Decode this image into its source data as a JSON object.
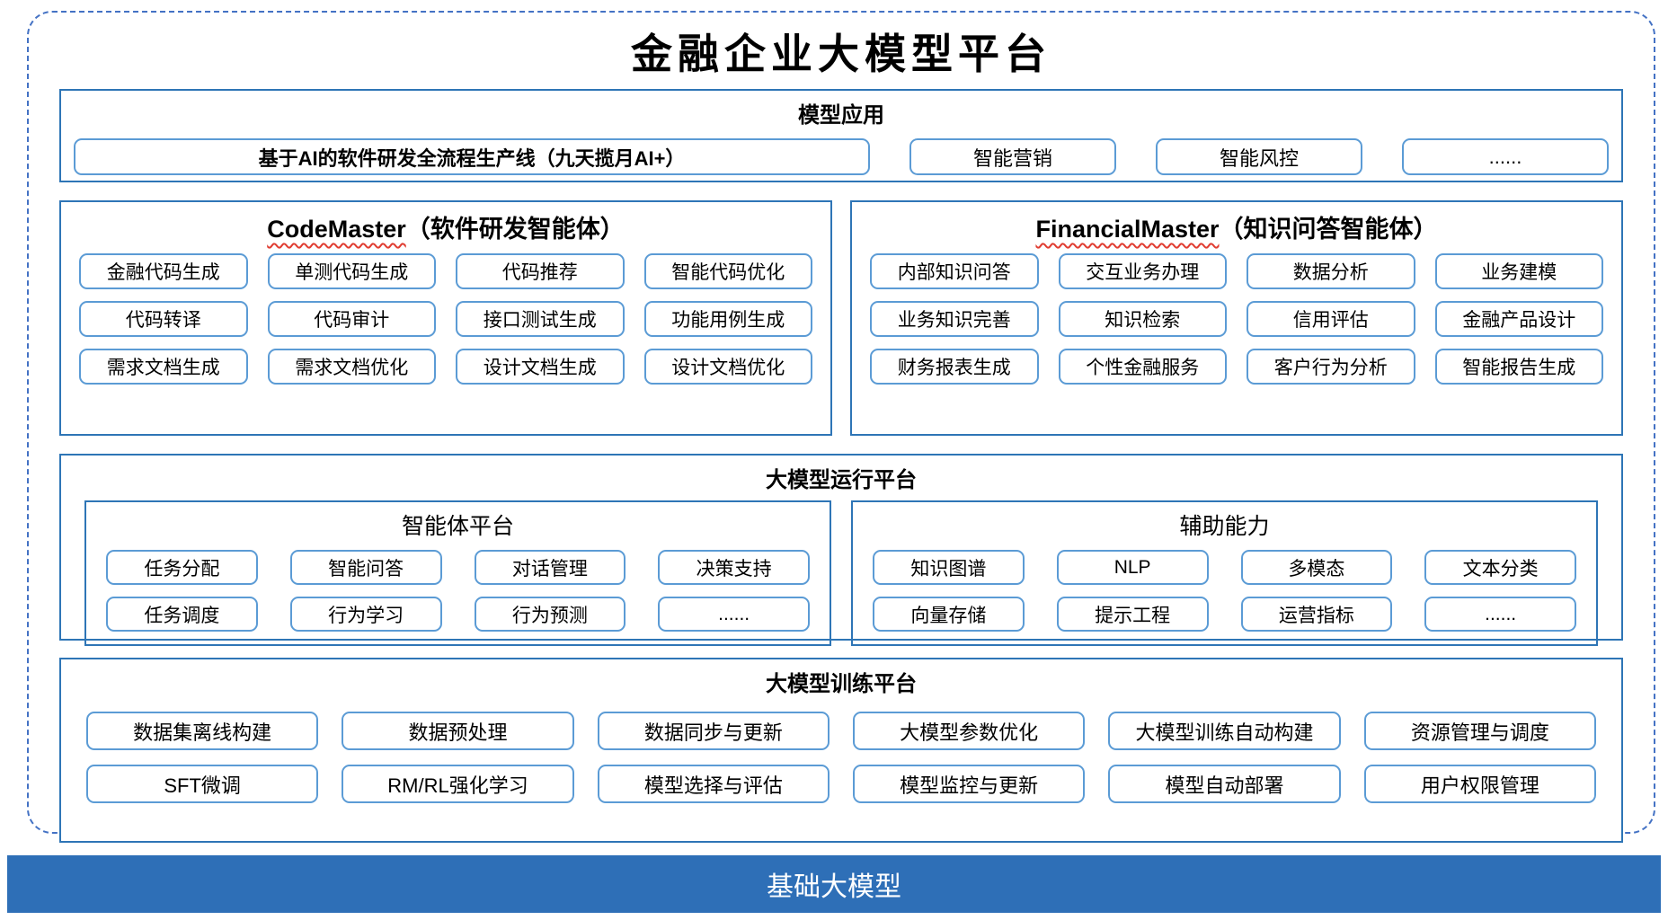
{
  "title": "金融企业大模型平台",
  "colors": {
    "outer_dashed_border": "#4472C4",
    "section_border": "#2E75B6",
    "item_border": "#5B9BD5",
    "base_bar_bg": "#2E6FB7",
    "wavy_underline": "#E03C31"
  },
  "model_app": {
    "header": "模型应用",
    "big_item": "基于AI的软件研发全流程生产线（九天揽月AI+）",
    "items": [
      "智能营销",
      "智能风控",
      "......"
    ]
  },
  "code_master": {
    "title_en": "CodeMaster",
    "title_zh": "（软件研发智能体）",
    "items": [
      "金融代码生成",
      "单测代码生成",
      "代码推荐",
      "智能代码优化",
      "代码转译",
      "代码审计",
      "接口测试生成",
      "功能用例生成",
      "需求文档生成",
      "需求文档优化",
      "设计文档生成",
      "设计文档优化"
    ]
  },
  "financial_master": {
    "title_en": "FinancialMaster",
    "title_zh": "（知识问答智能体）",
    "items": [
      "内部知识问答",
      "交互业务办理",
      "数据分析",
      "业务建模",
      "业务知识完善",
      "知识检索",
      "信用评估",
      "金融产品设计",
      "财务报表生成",
      "个性金融服务",
      "客户行为分析",
      "智能报告生成"
    ]
  },
  "runtime": {
    "header": "大模型运行平台",
    "agent_platform": {
      "title": "智能体平台",
      "items": [
        "任务分配",
        "智能问答",
        "对话管理",
        "决策支持",
        "任务调度",
        "行为学习",
        "行为预测",
        "......"
      ]
    },
    "aux_capability": {
      "title": "辅助能力",
      "items": [
        "知识图谱",
        "NLP",
        "多模态",
        "文本分类",
        "向量存储",
        "提示工程",
        "运营指标",
        "......"
      ]
    }
  },
  "training": {
    "header": "大模型训练平台",
    "items": [
      "数据集离线构建",
      "数据预处理",
      "数据同步与更新",
      "大模型参数优化",
      "大模型训练自动构建",
      "资源管理与调度",
      "SFT微调",
      "RM/RL强化学习",
      "模型选择与评估",
      "模型监控与更新",
      "模型自动部署",
      "用户权限管理"
    ]
  },
  "base_model": {
    "label": "基础大模型"
  }
}
